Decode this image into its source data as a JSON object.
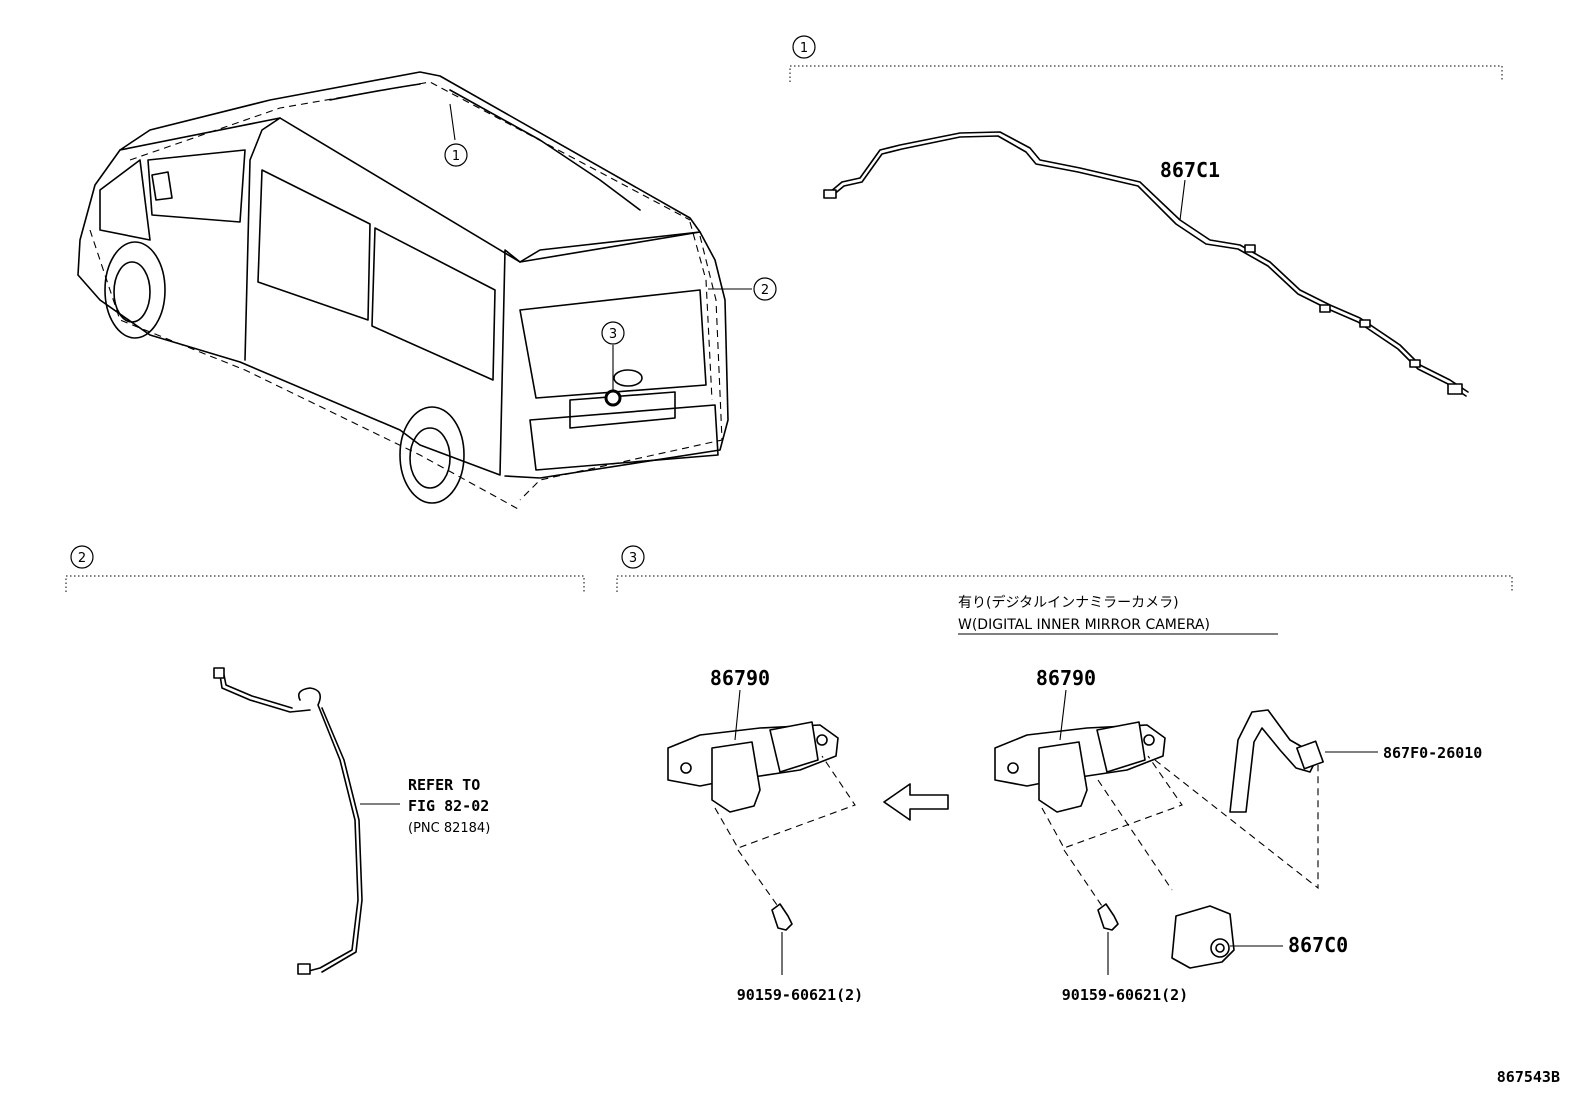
{
  "callouts": {
    "one": "1",
    "two": "2",
    "three": "3"
  },
  "section1": {
    "part": "867C1"
  },
  "section2": {
    "refer_line1": "REFER TO",
    "refer_line2": "FIG 82-02",
    "refer_line3": "(PNC 82184)"
  },
  "section3": {
    "variant_jp": "有り(デジタルインナミラーカメラ)",
    "variant_en": "W(DIGITAL INNER MIRROR CAMERA)",
    "left_part": "86790",
    "left_screw": "90159-60621(2)",
    "right_part": "86790",
    "right_screw": "90159-60621(2)",
    "connector": "867F0-26010",
    "camera": "867C0"
  },
  "figure_id": "867543B"
}
